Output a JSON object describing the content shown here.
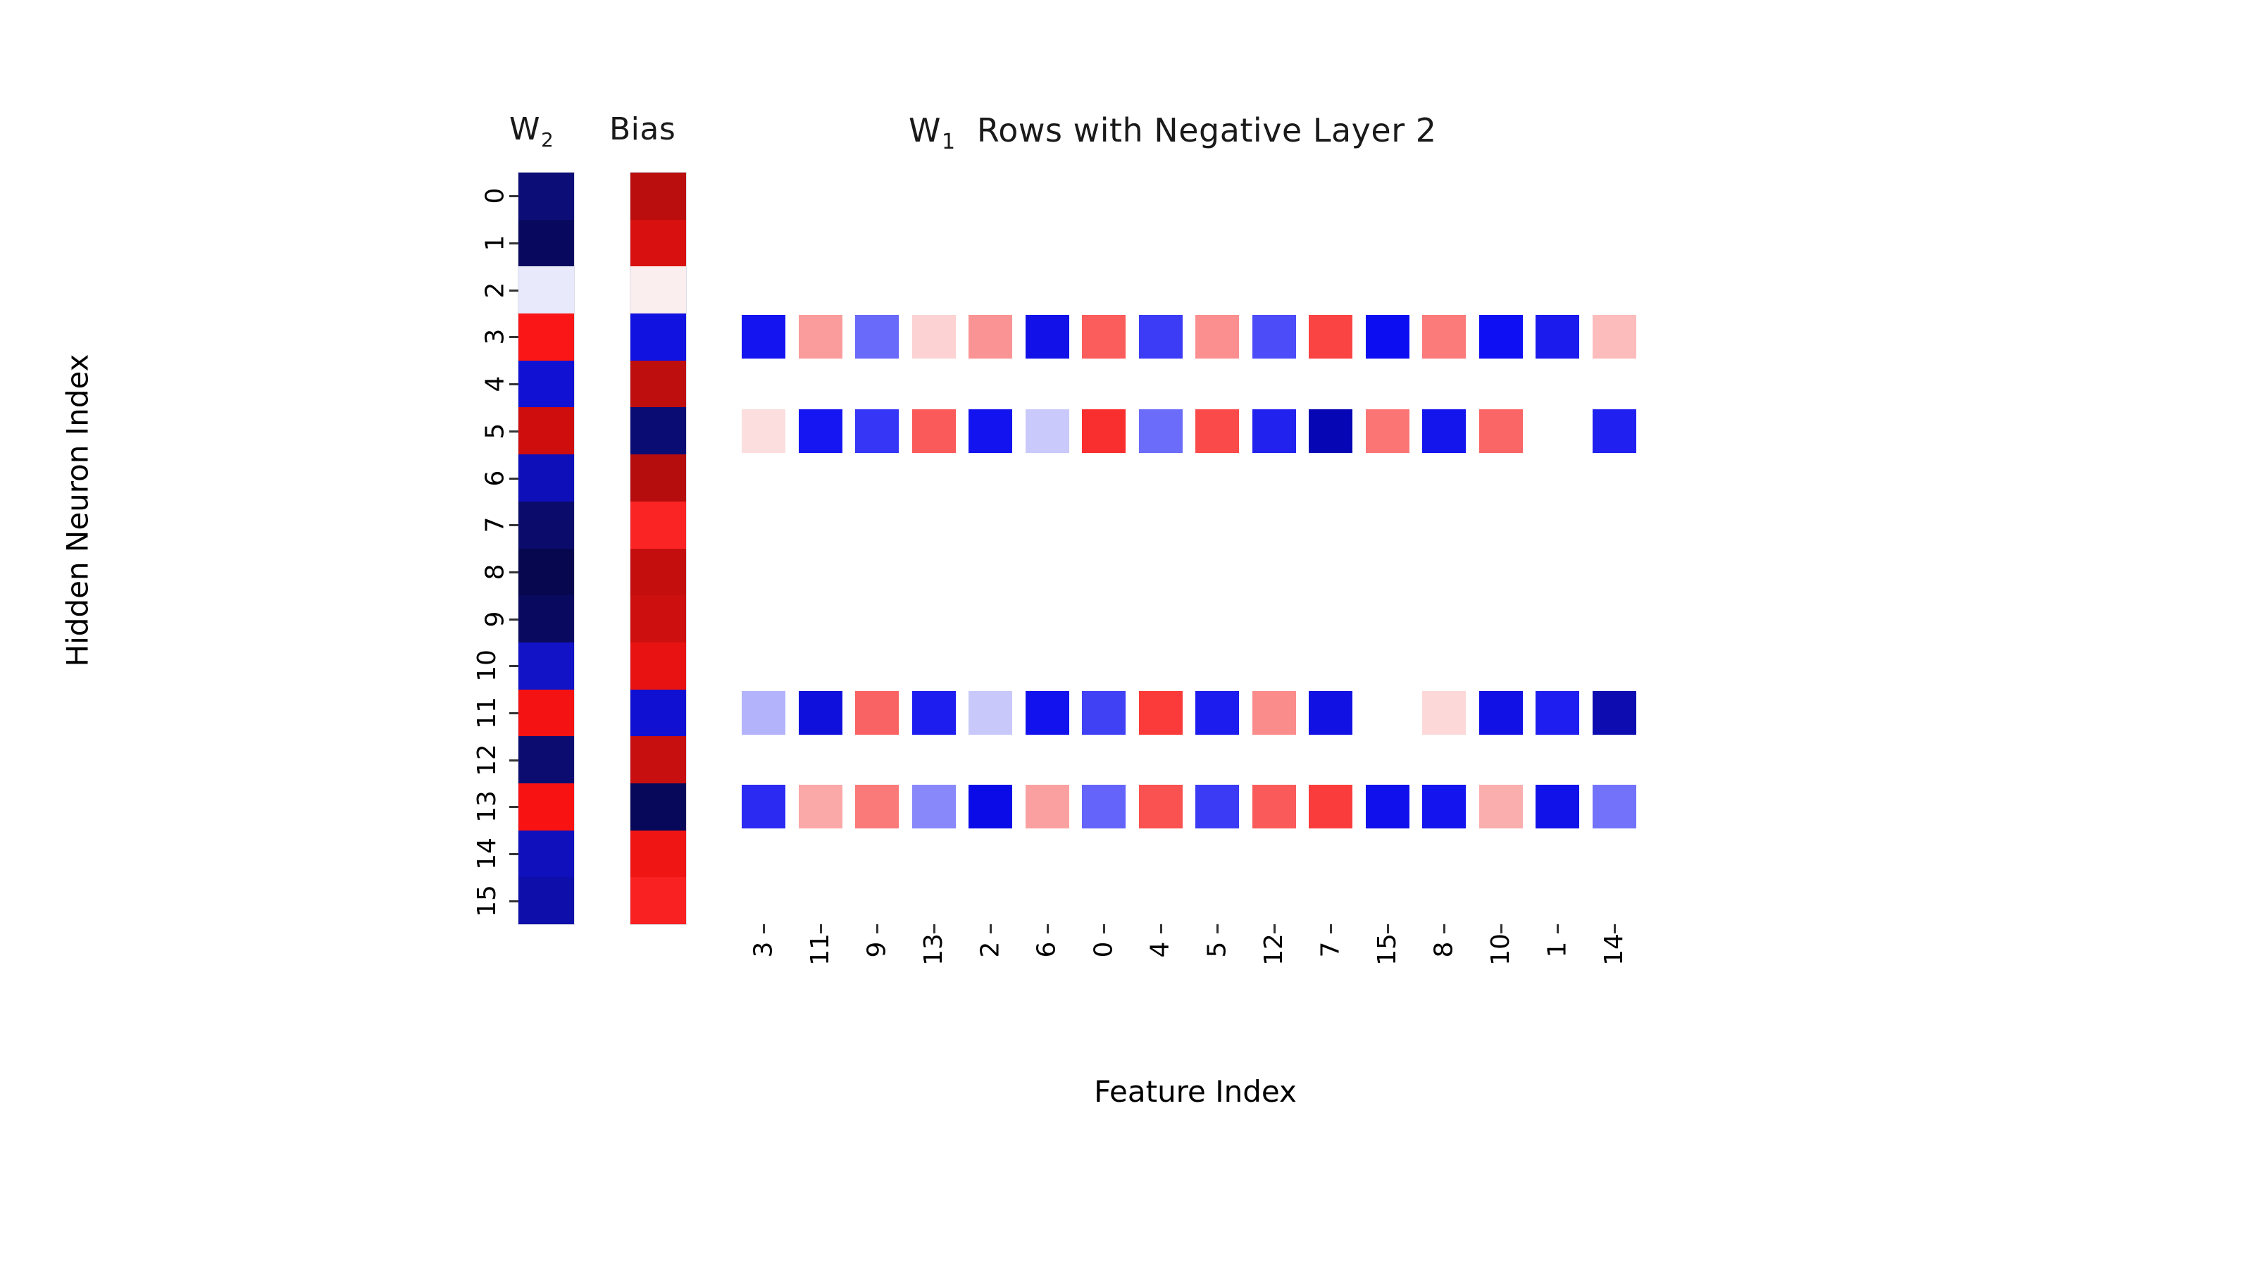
{
  "titles": {
    "w2": "W",
    "w2_sub": "2",
    "bias": "Bias",
    "main_prefix": "W",
    "main_sub": "1",
    "main_rest": "Rows with Negative Layer 2"
  },
  "axes": {
    "ylabel": "Hidden Neuron Index",
    "xlabel": "Feature Index",
    "yticks": [
      "0",
      "1",
      "2",
      "3",
      "4",
      "5",
      "6",
      "7",
      "8",
      "9",
      "10",
      "11",
      "12",
      "13",
      "14",
      "15"
    ],
    "xticks": [
      "3",
      "11",
      "9",
      "13",
      "2",
      "6",
      "0",
      "4",
      "5",
      "12",
      "7",
      "15",
      "8",
      "10",
      "1",
      "14"
    ]
  },
  "chart_data": {
    "type": "heatmap",
    "title": "W1 Rows with Negative Layer 2",
    "xlabel": "Feature Index",
    "ylabel": "Hidden Neuron Index",
    "colormap": "bwr",
    "vmin": -1,
    "vmax": 1,
    "grid": false,
    "legend": "none",
    "x_order": [
      3,
      11,
      9,
      13,
      2,
      6,
      0,
      4,
      5,
      12,
      7,
      15,
      8,
      10,
      1,
      14
    ],
    "y_order": [
      0,
      1,
      2,
      3,
      4,
      5,
      6,
      7,
      8,
      9,
      10,
      11,
      12,
      13,
      14,
      15
    ],
    "highlighted_rows": [
      3,
      5,
      11,
      13
    ],
    "panels": [
      {
        "name": "W2",
        "type": "column-heatmap",
        "values": [
          -0.92,
          -0.98,
          0.06,
          0.85,
          -0.62,
          0.8,
          -0.7,
          -0.95,
          -0.99,
          -0.97,
          -0.66,
          0.86,
          -0.9,
          0.84,
          -0.76,
          -0.72
        ],
        "colors": [
          "#0d0d78",
          "#08085e",
          "#e8eafc",
          "#fa1616",
          "#1111d4",
          "#cf0d0d",
          "#0f0fb9",
          "#0b0b6b",
          "#07074f",
          "#090960",
          "#1212c6",
          "#f41212",
          "#0c0c70",
          "#f91212",
          "#1010bd",
          "#0e0eaa"
        ]
      },
      {
        "name": "Bias",
        "type": "column-heatmap",
        "values": [
          0.78,
          0.88,
          0.04,
          -0.9,
          0.8,
          -0.95,
          0.78,
          0.95,
          0.82,
          0.9,
          0.93,
          -0.92,
          0.86,
          -0.97,
          0.94,
          0.96
        ],
        "colors": [
          "#ba0d0d",
          "#d91010",
          "#fbeeee",
          "#1111e0",
          "#be0e0e",
          "#0b0b74",
          "#b50d0d",
          "#fb2424",
          "#c40e0e",
          "#cd0f0f",
          "#e81212",
          "#1010d2",
          "#c80f0f",
          "#08085a",
          "#f01515",
          "#f92121"
        ]
      },
      {
        "name": "W1",
        "type": "row-heatmap",
        "rows": [
          {
            "row_index": 3,
            "values": [
              -0.95,
              0.38,
              -0.55,
              0.13,
              0.42,
              -0.93,
              0.58,
              -0.78,
              0.4,
              -0.72,
              0.68,
              -0.97,
              0.44,
              -0.98,
              -0.88,
              0.22
            ],
            "colors": [
              "#1414f0",
              "#fb9c9c",
              "#6a6afa",
              "#fcd2d2",
              "#fa9494",
              "#1111e8",
              "#fb5d5d",
              "#3c3cf6",
              "#fb8f8f",
              "#4c4cf8",
              "#fa4343",
              "#0d0df2",
              "#fb7b7b",
              "#0f0ff4",
              "#1b1bee",
              "#fcbcbc"
            ]
          },
          {
            "row_index": 5,
            "values": [
              0.13,
              -0.95,
              -0.84,
              0.58,
              -0.96,
              -0.18,
              0.7,
              -0.55,
              0.62,
              -0.88,
              -0.99,
              0.42,
              -0.92,
              0.52,
              0.0,
              -0.9
            ],
            "colors": [
              "#fcdede",
              "#1616f2",
              "#3636f6",
              "#fa5a5a",
              "#1313f0",
              "#c9c9fb",
              "#f92e2e",
              "#6c6cfa",
              "#fa4a4a",
              "#2222ee",
              "#0606b4",
              "#fb7575",
              "#1414ec",
              "#fa6565",
              "#ffffff",
              "#2020f1"
            ]
          },
          {
            "row_index": 11,
            "values": [
              -0.38,
              -0.97,
              0.55,
              -0.85,
              -0.26,
              -0.96,
              -0.7,
              0.82,
              -0.88,
              0.42,
              -0.94,
              0.0,
              0.16,
              -0.95,
              -0.86,
              -0.99
            ],
            "colors": [
              "#b3b3fb",
              "#1010dc",
              "#fa6363",
              "#1d1def",
              "#c8c8fb",
              "#1212ee",
              "#4040f5",
              "#fb3a3a",
              "#1c1cef",
              "#fb8c8c",
              "#1111e4",
              "#ffffff",
              "#fcd8d8",
              "#1111e6",
              "#1e1ef0",
              "#0c0cb0"
            ]
          },
          {
            "row_index": 13,
            "values": [
              -0.8,
              0.32,
              0.46,
              -0.58,
              -0.99,
              0.34,
              -0.62,
              0.6,
              -0.76,
              0.56,
              0.72,
              -0.97,
              -0.93,
              0.3,
              -0.95,
              -0.52
            ]
          }
        ],
        "row13_colors": [
          "#2a2af3",
          "#fba8a8",
          "#fa7a7a",
          "#8888fb",
          "#0b0be8",
          "#fba0a0",
          "#6464fa",
          "#fa5151",
          "#3b3bf5",
          "#fa5a5a",
          "#fa3c3c",
          "#1010ec",
          "#1414ee",
          "#fbaeae",
          "#1111ea",
          "#7272fb"
        ]
      }
    ]
  }
}
